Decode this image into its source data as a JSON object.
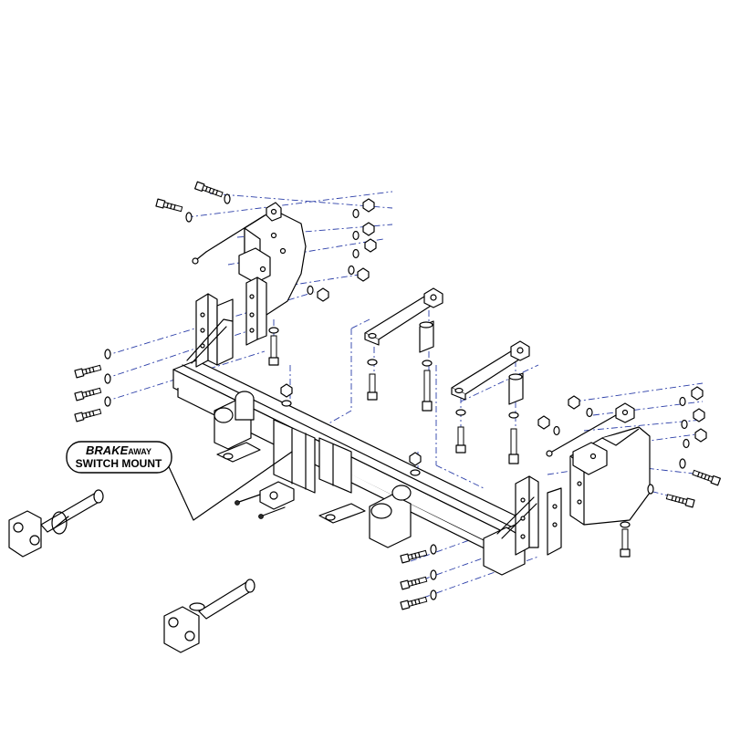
{
  "callout": {
    "brand_word": "BRAKE",
    "brand_suffix": "AWAY",
    "line2": "SWITCH MOUNT"
  },
  "colors": {
    "centerline": "#2b3ea8",
    "outline": "#000000",
    "background": "#ffffff"
  }
}
